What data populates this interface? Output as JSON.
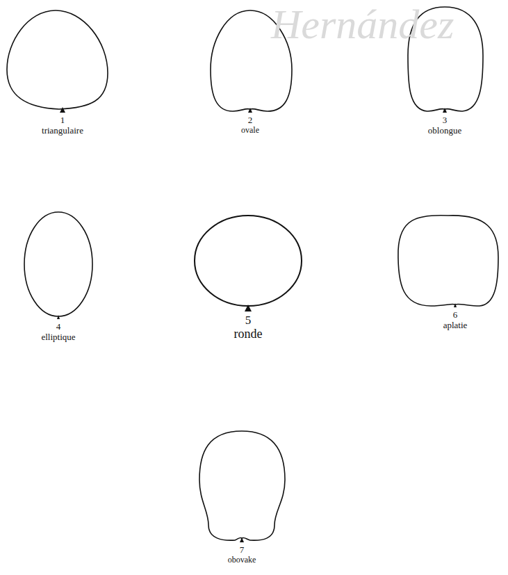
{
  "diagram": {
    "labels": [
      "1",
      "triangulaire",
      "2",
      "ovale",
      "3",
      "oblongue",
      "4",
      "elliptique",
      "5",
      "ronde",
      "6",
      "aplatie",
      "7",
      "obovake",
      "Hernández"
    ]
  }
}
